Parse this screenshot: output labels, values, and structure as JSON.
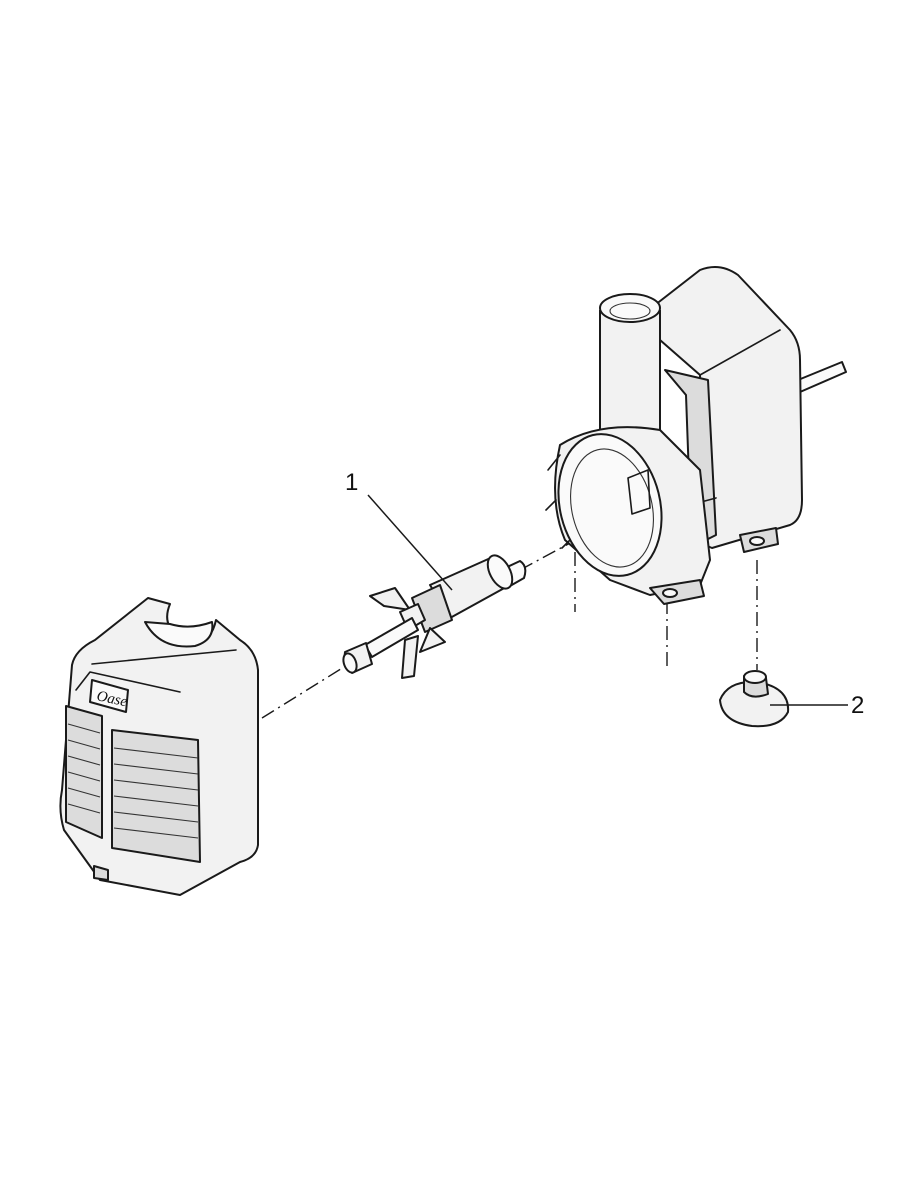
{
  "callouts": [
    {
      "number": "1",
      "part": "impeller"
    },
    {
      "number": "2",
      "part": "suction-foot"
    }
  ],
  "logo_text": "Oase"
}
